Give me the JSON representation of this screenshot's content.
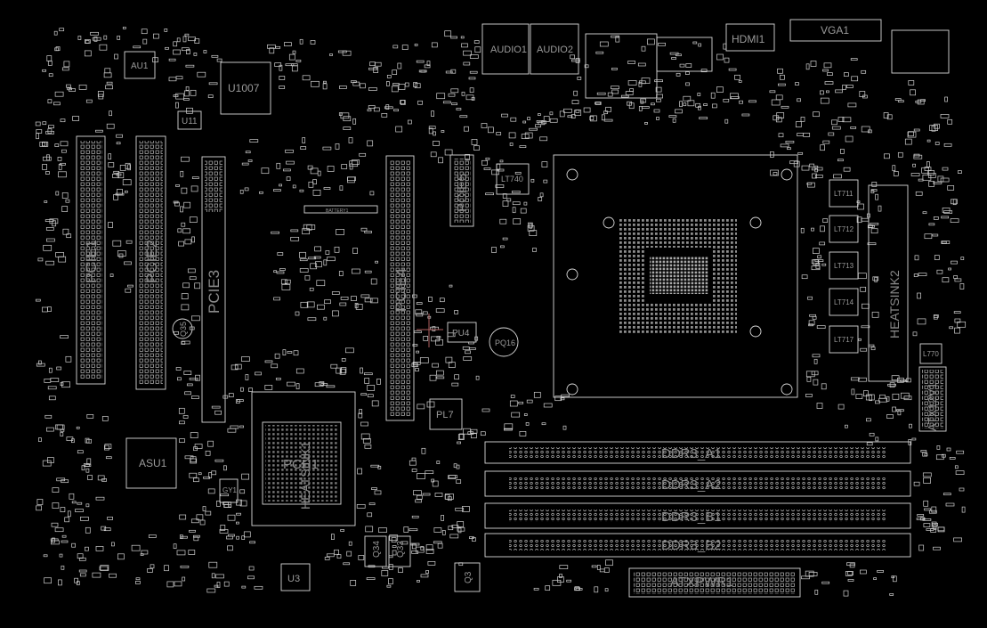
{
  "labels": {
    "au1": "AU1",
    "u1007": "U1007",
    "u11": "U11",
    "audio1": "AUDIO1",
    "audio2": "AUDIO2",
    "hdmi1": "HDMI1",
    "vga1": "VGA1",
    "pcie1": "PCIE1",
    "pcie2": "PCIE2",
    "pcie3": "PCIE3",
    "pcie4": "PCIE4",
    "pcie5": "PCIE5",
    "battery1": "BATTERY1",
    "lt740": "LT740",
    "lt711": "LT711",
    "lt712": "LT712",
    "lt713": "LT713",
    "lt714": "LT714",
    "lt717": "LT717",
    "l770": "L770",
    "pu4": "PU4",
    "pq16": "PQ16",
    "pl7": "PL7",
    "q35": "Q35",
    "q34": "Q34",
    "q33": "Q33",
    "q3": "Q3",
    "u3": "U3",
    "asu1": "ASU1",
    "gy1": "GY1",
    "pch1": "PCH1",
    "heatsink1": "HEATSINK1",
    "heatsink2": "HEATSINK2",
    "ddr3_a1": "DDR3_A1",
    "ddr3_a2": "DDR3_A2",
    "ddr3_b1": "DDR3_B1",
    "ddr3_b2": "DDR3_B2",
    "atxpwr1": "ATXPWR1",
    "atx12v1": "ATX12V1"
  },
  "colors": {
    "background": "#000000",
    "outline": "#d8d8d8",
    "silk_text": "#9a9a9a",
    "faint": "#6a6a6a",
    "probe_marker": "#b06060"
  }
}
